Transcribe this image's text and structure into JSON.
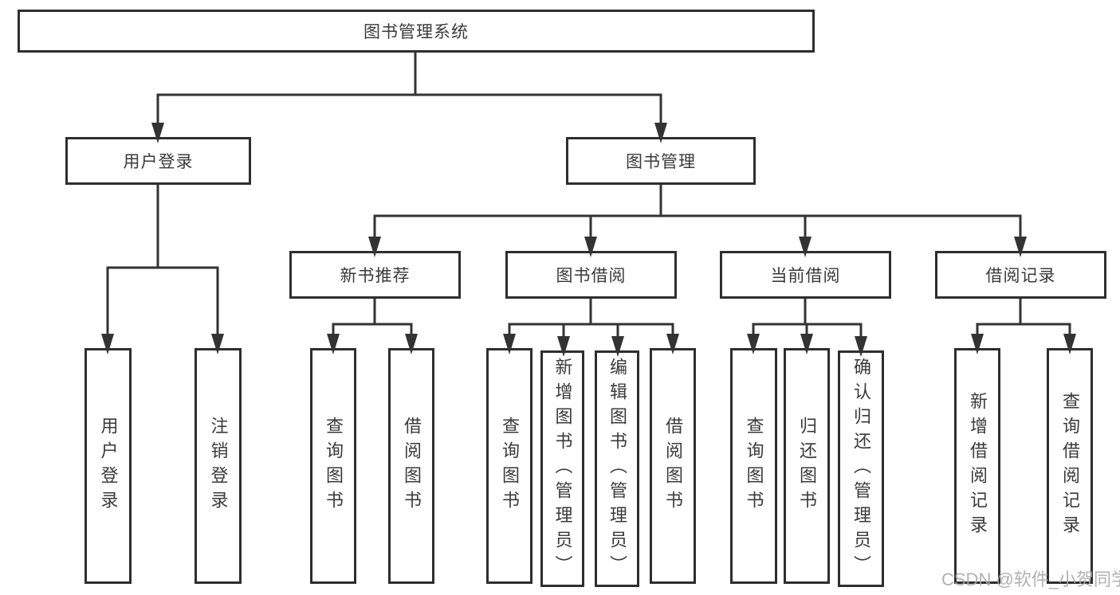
{
  "diagram": {
    "root": {
      "label": "图书管理系统"
    },
    "level2": [
      {
        "label": "用户登录"
      },
      {
        "label": "图书管理"
      }
    ],
    "level3": [
      {
        "label": "新书推荐"
      },
      {
        "label": "图书借阅"
      },
      {
        "label": "当前借阅"
      },
      {
        "label": "借阅记录"
      }
    ],
    "leaves": [
      {
        "label": "用户登录"
      },
      {
        "label": "注销登录"
      },
      {
        "label": "查询图书"
      },
      {
        "label": "借阅图书"
      },
      {
        "label": "查询图书"
      },
      {
        "label": "新增图书（管理员）"
      },
      {
        "label": "编辑图书（管理员）"
      },
      {
        "label": "借阅图书"
      },
      {
        "label": "查询图书"
      },
      {
        "label": "归还图书"
      },
      {
        "label": "确认归还（管理员）"
      },
      {
        "label": "新增借阅记录"
      },
      {
        "label": "查询借阅记录"
      }
    ]
  },
  "watermark": {
    "text": "CSDN @软件_小贺同学"
  },
  "colors": {
    "line": "#333333",
    "border": "#2e2e2e",
    "text": "#3a3a3a",
    "watermark": "#a8a8a8",
    "background": "#ffffff"
  }
}
